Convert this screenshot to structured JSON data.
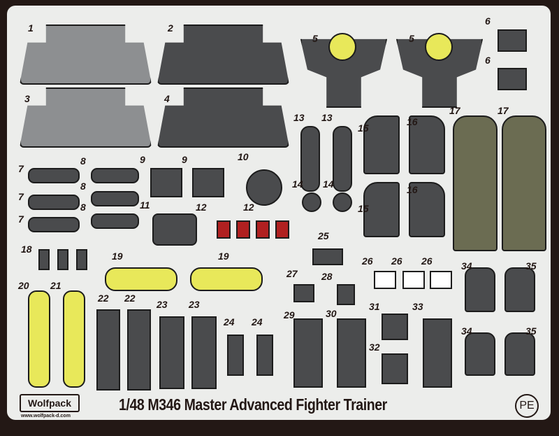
{
  "brand": "Wolfpack",
  "url": "www.wolfpack-d.com",
  "title": "1/48  M346  Master Advanced Fighter Trainer",
  "pe_mark": "PE",
  "labels": [
    "1",
    "2",
    "3",
    "4",
    "5",
    "5",
    "6",
    "6",
    "13",
    "13",
    "15",
    "16",
    "17",
    "17",
    "7",
    "7",
    "7",
    "8",
    "8",
    "8",
    "9",
    "9",
    "10",
    "14",
    "14",
    "15",
    "16",
    "11",
    "12",
    "12",
    "18",
    "19",
    "19",
    "25",
    "26",
    "26",
    "26",
    "27",
    "28",
    "34",
    "35",
    "20",
    "21",
    "22",
    "22",
    "23",
    "23",
    "24",
    "24",
    "29",
    "30",
    "31",
    "33",
    "32",
    "34",
    "35"
  ]
}
